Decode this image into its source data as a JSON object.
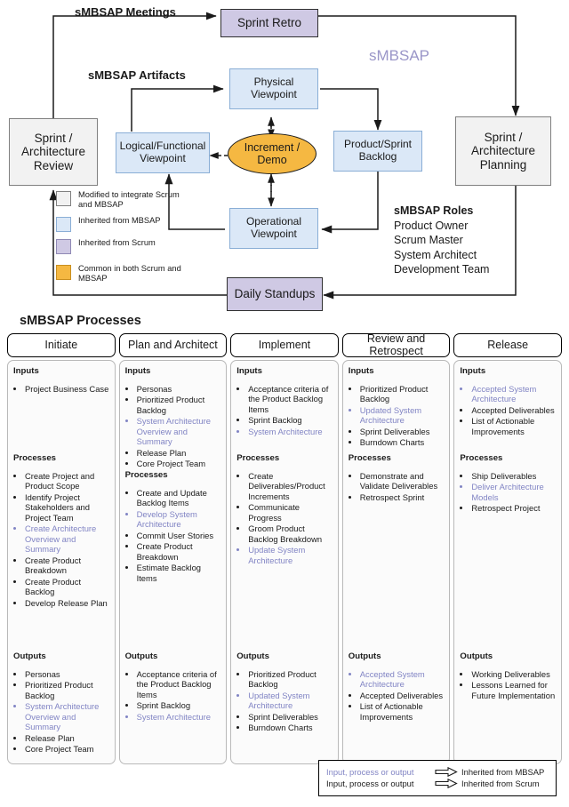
{
  "diagram": {
    "labels": {
      "meetings": "sMBSAP Meetings",
      "artifacts": "sMBSAP Artifacts",
      "watermark": "sMBSAP"
    },
    "nodes": {
      "sprint_retro": "Sprint Retro",
      "daily_standups": "Daily Standups",
      "sprint_architecture_review": "Sprint / Architecture Review",
      "sprint_architecture_planning": "Sprint / Architecture Planning",
      "physical_viewpoint": "Physical Viewpoint",
      "logical_functional_viewpoint": "Logical/Functional Viewpoint",
      "operational_viewpoint": "Operational Viewpoint",
      "product_sprint_backlog": "Product/Sprint Backlog",
      "increment_demo": "Increment / Demo"
    },
    "roles": {
      "title": "sMBSAP Roles",
      "items": [
        "Product Owner",
        "Scrum Master",
        "System Architect",
        "Development Team"
      ]
    },
    "color_legend": [
      {
        "color": "#f2f2f2",
        "border": "#808080",
        "text": "Modified to integrate Scrum and MBSAP"
      },
      {
        "color": "#dbe8f7",
        "border": "#8aaed6",
        "text": "Inherited from MBSAP"
      },
      {
        "color": "#cfc9e4",
        "border": "#8f89b5",
        "text": "Inherited from Scrum"
      },
      {
        "color": "#f5b842",
        "border": "#c98f20",
        "text": "Common in both Scrum and MBSAP"
      }
    ]
  },
  "processes": {
    "title": "sMBSAP Processes",
    "section_labels": {
      "inputs": "Inputs",
      "processes": "Processes",
      "outputs": "Outputs"
    },
    "columns": [
      {
        "name": "Initiate",
        "inputs": [
          {
            "text": "Project Business Case",
            "mbsap": false
          }
        ],
        "processes": [
          {
            "text": "Create Project and Product Scope",
            "mbsap": false
          },
          {
            "text": "Identify Project Stakeholders and Project Team",
            "mbsap": false
          },
          {
            "text": "Create Architecture Overview and Summary",
            "mbsap": true
          },
          {
            "text": "Create Product Breakdown",
            "mbsap": false
          },
          {
            "text": "Create Product Backlog",
            "mbsap": false
          },
          {
            "text": "Develop Release Plan",
            "mbsap": false
          }
        ],
        "outputs": [
          {
            "text": "Personas",
            "mbsap": false
          },
          {
            "text": "Prioritized Product Backlog",
            "mbsap": false
          },
          {
            "text": "System Architecture Overview and Summary",
            "mbsap": true
          },
          {
            "text": "Release Plan",
            "mbsap": false
          },
          {
            "text": "Core Project Team",
            "mbsap": false
          }
        ]
      },
      {
        "name": "Plan and Architect",
        "inputs": [
          {
            "text": "Personas",
            "mbsap": false
          },
          {
            "text": "Prioritized Product Backlog",
            "mbsap": false
          },
          {
            "text": "System Architecture Overview and Summary",
            "mbsap": true
          },
          {
            "text": "Release Plan",
            "mbsap": false
          },
          {
            "text": "Core Project Team",
            "mbsap": false
          }
        ],
        "processes": [
          {
            "text": "Create and Update Backlog Items",
            "mbsap": false
          },
          {
            "text": "Develop System Architecture",
            "mbsap": true
          },
          {
            "text": "Commit User Stories",
            "mbsap": false
          },
          {
            "text": "Create Product Breakdown",
            "mbsap": false
          },
          {
            "text": "Estimate Backlog Items",
            "mbsap": false
          }
        ],
        "outputs": [
          {
            "text": "Acceptance criteria of the Product Backlog Items",
            "mbsap": false
          },
          {
            "text": "Sprint Backlog",
            "mbsap": false
          },
          {
            "text": "System Architecture",
            "mbsap": true
          }
        ]
      },
      {
        "name": "Implement",
        "inputs": [
          {
            "text": "Acceptance criteria of the Product Backlog Items",
            "mbsap": false
          },
          {
            "text": "Sprint Backlog",
            "mbsap": false
          },
          {
            "text": "System Architecture",
            "mbsap": true
          }
        ],
        "processes": [
          {
            "text": "Create Deliverables/Product Increments",
            "mbsap": false
          },
          {
            "text": "Communicate Progress",
            "mbsap": false
          },
          {
            "text": "Groom Product Backlog Breakdown",
            "mbsap": false
          },
          {
            "text": "Update System Architecture",
            "mbsap": true
          }
        ],
        "outputs": [
          {
            "text": "Prioritized Product Backlog",
            "mbsap": false
          },
          {
            "text": "Updated System Architecture",
            "mbsap": true
          },
          {
            "text": "Sprint Deliverables",
            "mbsap": false
          },
          {
            "text": "Burndown Charts",
            "mbsap": false
          }
        ]
      },
      {
        "name": "Review and Retrospect",
        "inputs": [
          {
            "text": "Prioritized Product Backlog",
            "mbsap": false
          },
          {
            "text": "Updated System Architecture",
            "mbsap": true
          },
          {
            "text": "Sprint Deliverables",
            "mbsap": false
          },
          {
            "text": "Burndown Charts",
            "mbsap": false
          }
        ],
        "processes": [
          {
            "text": "Demonstrate and Validate Deliverables",
            "mbsap": false
          },
          {
            "text": "Retrospect Sprint",
            "mbsap": false
          }
        ],
        "outputs": [
          {
            "text": "Accepted System Architecture",
            "mbsap": true
          },
          {
            "text": "Accepted Deliverables",
            "mbsap": false
          },
          {
            "text": "List of Actionable Improvements",
            "mbsap": false
          }
        ]
      },
      {
        "name": "Release",
        "inputs": [
          {
            "text": "Accepted System Architecture",
            "mbsap": true
          },
          {
            "text": "Accepted Deliverables",
            "mbsap": false
          },
          {
            "text": "List of Actionable Improvements",
            "mbsap": false
          }
        ],
        "processes": [
          {
            "text": "Ship Deliverables",
            "mbsap": false
          },
          {
            "text": "Deliver Architecture Models",
            "mbsap": true
          },
          {
            "text": "Retrospect Project",
            "mbsap": false
          }
        ],
        "outputs": [
          {
            "text": "Working Deliverables",
            "mbsap": false
          },
          {
            "text": "Lessons Learned for Future Implementation",
            "mbsap": false
          }
        ]
      }
    ]
  },
  "arrow_legend": [
    {
      "left": "Input, process or output",
      "right": "Inherited from MBSAP",
      "mbsap": true
    },
    {
      "left": "Input, process or output",
      "right": "Inherited from Scrum",
      "mbsap": false
    }
  ],
  "colors": {
    "mbsap_text": "#8184c4",
    "blue_fill": "#dbe8f7",
    "purple_fill": "#cfc9e4",
    "orange_fill": "#f5b842",
    "gray_fill": "#f2f2f2"
  }
}
